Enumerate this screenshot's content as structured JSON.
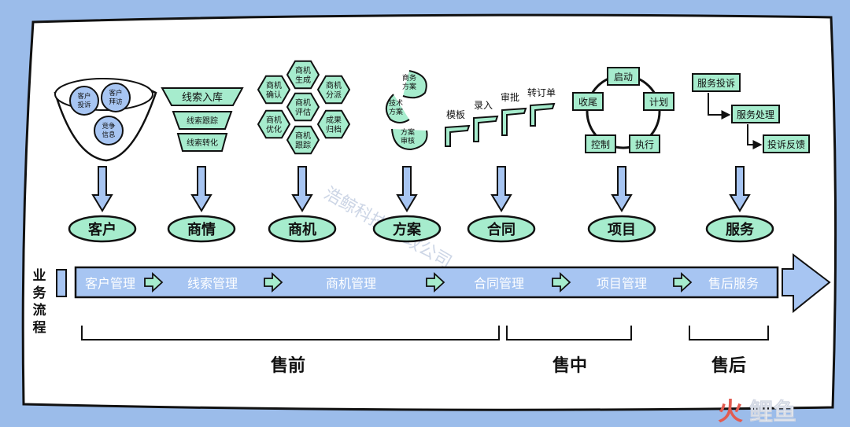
{
  "colors": {
    "bg": "#9bbcea",
    "mint": "#a6eccd",
    "blue": "#a7c5f2",
    "ink": "#111111"
  },
  "stages": {
    "customer": {
      "label": "客户",
      "tags": [
        "客户\n投诉",
        "客户\n拜访",
        "竞争\n信息"
      ]
    },
    "lead": {
      "label": "商情",
      "funnel": [
        "线索入库",
        "线索跟踪",
        "线索转化"
      ]
    },
    "opportunity": {
      "label": "商机",
      "hexes": [
        "商机\n生成",
        "商机\n确认",
        "商机\n分派",
        "商机\n评估",
        "商机\n优化",
        "成果\n归档",
        "商机\n跟踪"
      ]
    },
    "solution": {
      "label": "方案",
      "cycle": [
        "商务\n方案",
        "技术\n方案",
        "方案\n审核"
      ]
    },
    "contract": {
      "label": "合同",
      "steps": [
        "模板",
        "录入",
        "审批",
        "转订单"
      ]
    },
    "project": {
      "label": "项目",
      "nodes": [
        "启动",
        "计划",
        "执行",
        "控制",
        "收尾"
      ]
    },
    "service": {
      "label": "服务",
      "flow": [
        "服务投诉",
        "服务处理",
        "投诉反馈"
      ]
    }
  },
  "process": {
    "title": "业务流程",
    "items": [
      "客户管理",
      "线索管理",
      "商机管理",
      "合同管理",
      "项目管理",
      "售后服务"
    ]
  },
  "phases": [
    "售前",
    "售中",
    "售后"
  ],
  "watermark": "浩鲸科技·新政公司",
  "logo": "鲤鱼"
}
